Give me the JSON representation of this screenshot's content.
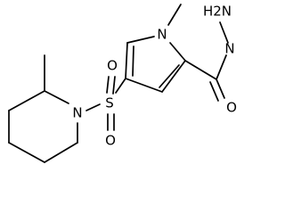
{
  "molecule": {
    "atoms": {
      "nitrogen_pyrrole": "N",
      "nitrogen_hydrazide": "N",
      "hydrazide_nh2": "H2N",
      "oxygen_carbonyl": "O",
      "sulfur": "S",
      "oxygen_sulfonyl_top": "O",
      "oxygen_sulfonyl_bottom": "O",
      "nitrogen_piperidine": "N"
    }
  }
}
